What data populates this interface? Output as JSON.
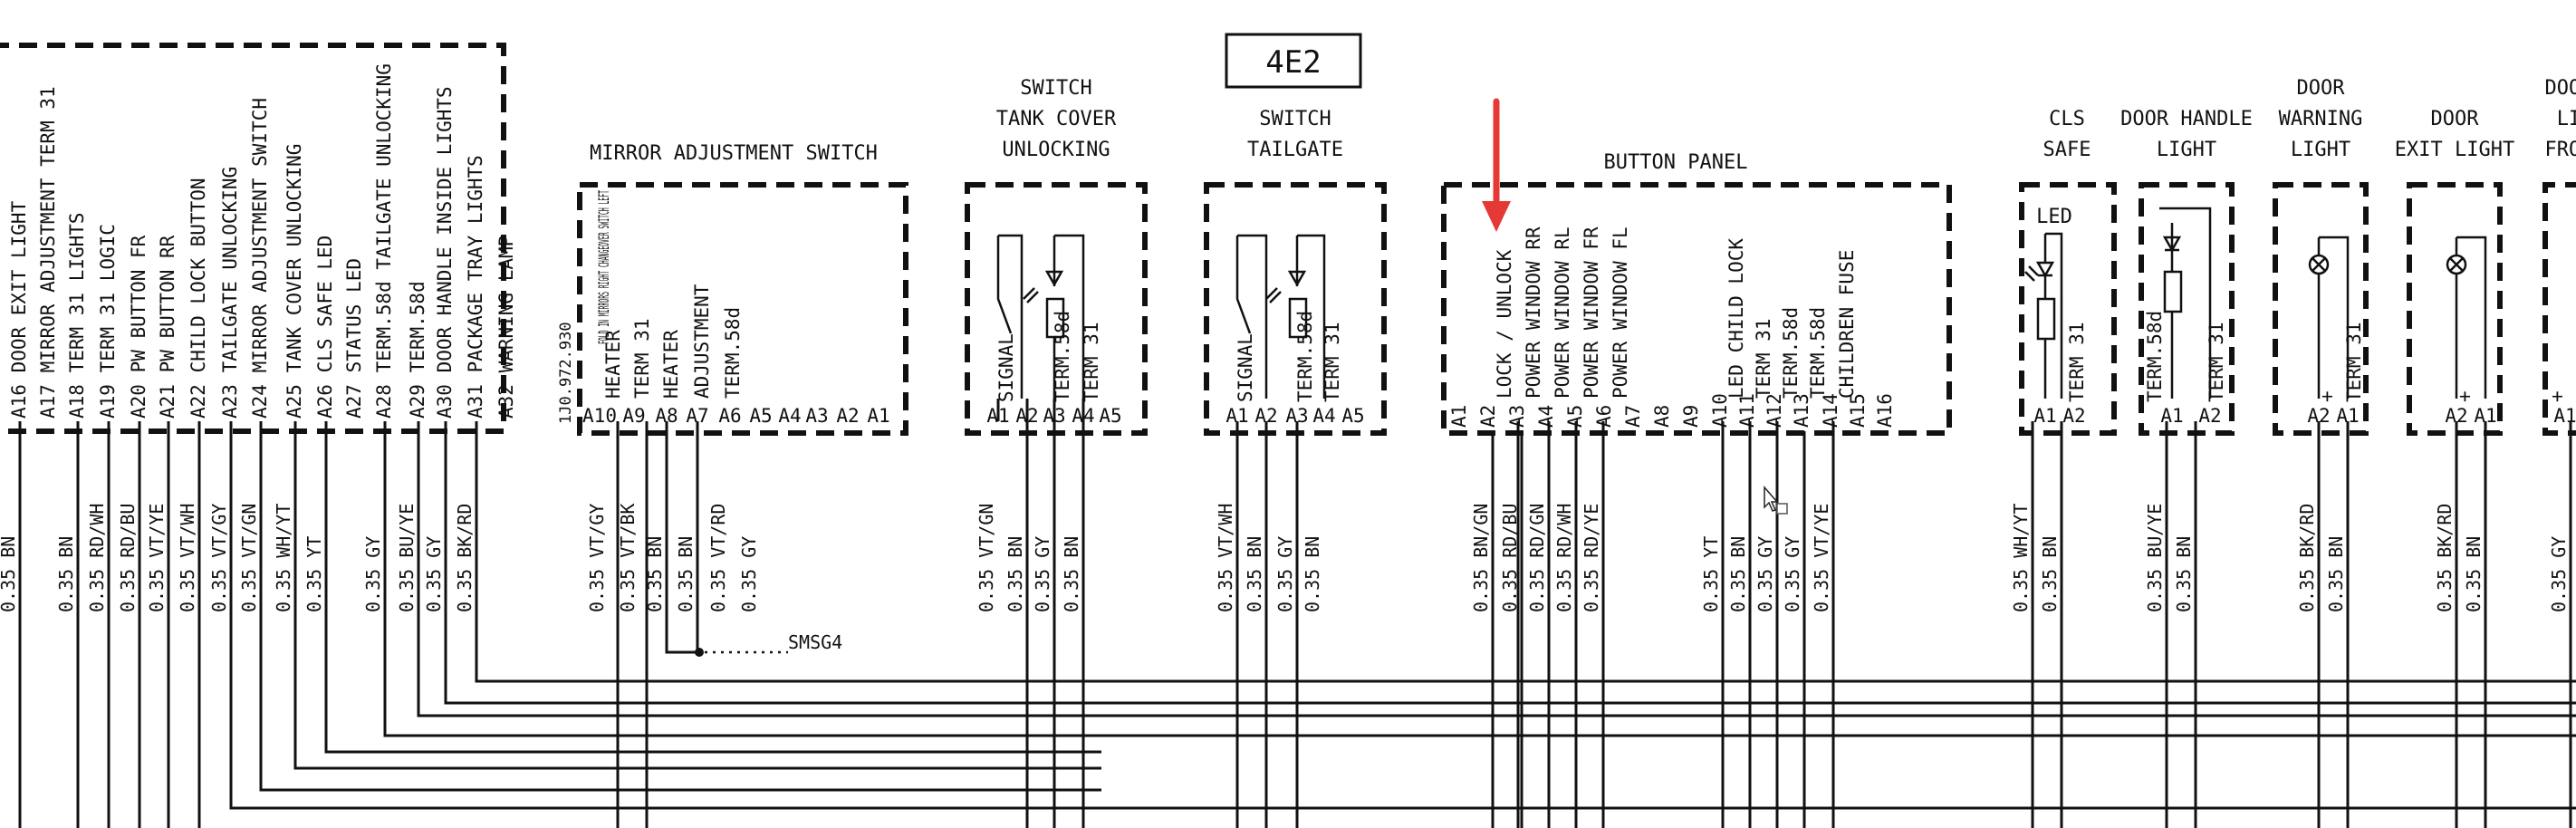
{
  "connector_label": "4E2",
  "accent": "#e53935",
  "left_module": {
    "pins": [
      "A16 DOOR EXIT LIGHT",
      "A17 MIRROR ADJUSTMENT TERM 31",
      "A18 TERM 31 LIGHTS",
      "A19 TERM 31 LOGIC",
      "A20 PW BUTTON FR",
      "A21 PW BUTTON RR",
      "A22 CHILD LOCK BUTTON",
      "A23 TAILGATE UNLOCKING",
      "A24 MIRROR ADJUSTMENT SWITCH",
      "A25 TANK COVER UNLOCKING",
      "A26 CLS SAFE LED",
      "A27 STATUS LED",
      "A28 TERM.58d TAILGATE UNLOCKING",
      "A29 TERM.58d",
      "A30 DOOR HANDLE INSIDE LIGHTS",
      "A31 PACKAGE TRAY LIGHTS",
      "A32 WARNING LAMP"
    ],
    "wires": [
      "0.35 BN",
      "",
      "0.35 BN",
      "0.35 RD/WH",
      "0.35 RD/BU",
      "0.35 VT/YE",
      "0.35 VT/WH",
      "0.35 VT/GY",
      "0.35 VT/GN",
      "0.35 WH/YT",
      "0.35 YT",
      "",
      "0.35 GY",
      "0.35 BU/YE",
      "0.35 GY",
      "0.35 BK/RD"
    ]
  },
  "mirror_switch": {
    "title": "MIRROR ADJUSTMENT  SWITCH",
    "part_no": "1J0.972.930",
    "changeover": "FOLD IN MIRRORS RIGHT CHANGEOVER SWITCH LEFT",
    "funcs": [
      "HEATER",
      "TERM 31",
      "HEATER",
      "ADJUSTMENT",
      "TERM.58d"
    ],
    "pins": [
      "A10",
      "A9",
      "A8",
      "A7",
      "A6",
      "A5",
      "A4",
      "A3",
      "A2",
      "A1"
    ],
    "wires": [
      "0.35 VT/GY",
      "0.35 VT/BK",
      "0.35 BN",
      "0.35 BN",
      "0.35 VT/RD",
      "0.35 GY"
    ],
    "splice": "SMSG4"
  },
  "tank_switch": {
    "title": [
      "SWITCH",
      "TANK COVER",
      "UNLOCKING"
    ],
    "funcs": [
      "SIGNAL",
      "TERM.58d",
      "TERM 31"
    ],
    "pins": [
      "A1",
      "A2",
      "A3",
      "A4",
      "A5"
    ],
    "wires": [
      "0.35 VT/GN",
      "0.35 BN",
      "0.35 GY",
      "0.35 BN"
    ]
  },
  "tailgate_switch": {
    "title": [
      "SWITCH",
      "TAILGATE"
    ],
    "funcs": [
      "SIGNAL",
      "TERM.58d",
      "TERM 31"
    ],
    "pins": [
      "A1",
      "A2",
      "A3",
      "A4",
      "A5"
    ],
    "wires": [
      "0.35 VT/WH",
      "0.35 BN",
      "0.35 GY",
      "0.35 BN"
    ]
  },
  "button_panel": {
    "title": "BUTTON PANEL",
    "funcs": [
      "",
      "LOCK / UNLOCK",
      "POWER WINDOW  RR",
      "POWER WINDOW  RL",
      "POWER WINDOW  FR",
      "POWER WINDOW  FL",
      "",
      "",
      "",
      "LED CHILD LOCK",
      "TERM 31",
      "TERM.58d",
      "TERM.58d",
      "CHILDREN FUSE",
      "",
      ""
    ],
    "pins": [
      "A1",
      "A2",
      "A3",
      "A4",
      "A5",
      "A6",
      "A7",
      "A8",
      "A9",
      "A10",
      "A11",
      "A12",
      "A13",
      "A14",
      "A15",
      "A16"
    ],
    "wires": [
      "0.35 BN/GN",
      "0.35 RD/BU",
      "0.35 RD/GN",
      "0.35 RD/WH",
      "0.35 RD/YE",
      "0.35 YT",
      "0.35 BN",
      "0.35 GY",
      "0.35 GY",
      "0.35 VT/YE"
    ]
  },
  "cls_safe": {
    "title": [
      "CLS",
      "SAFE"
    ],
    "led": "LED",
    "funcs": [
      "TERM 31"
    ],
    "pins": [
      "A1",
      "A2"
    ],
    "wires": [
      "0.35 WH/YT",
      "0.35 BN"
    ]
  },
  "door_handle": {
    "title": [
      "DOOR HANDLE",
      "LIGHT"
    ],
    "funcs": [
      "TERM.58d",
      "TERM 31"
    ],
    "pins": [
      "A1",
      "A2"
    ],
    "wires": [
      "0.35 BU/YE",
      "0.35 BN"
    ]
  },
  "door_warning": {
    "title": [
      "DOOR",
      "WARNING",
      "LIGHT"
    ],
    "funcs": [
      "+",
      "TERM 31"
    ],
    "pins": [
      "A2",
      "A1"
    ],
    "wires": [
      "0.35 BK/RD",
      "0.35 BN"
    ]
  },
  "door_exit": {
    "title": [
      "DOOR",
      "EXIT LIGHT"
    ],
    "funcs": [
      "+"
    ],
    "pins": [
      "A2",
      "A1"
    ],
    "wires": [
      "0.35 BK/RD",
      "0.35 BN"
    ]
  },
  "door_front": {
    "title": [
      "DOOR",
      "LI",
      "FRON"
    ],
    "funcs": [
      "+"
    ],
    "pins": [
      "A1"
    ],
    "wires": [
      "0.35 GY"
    ]
  }
}
